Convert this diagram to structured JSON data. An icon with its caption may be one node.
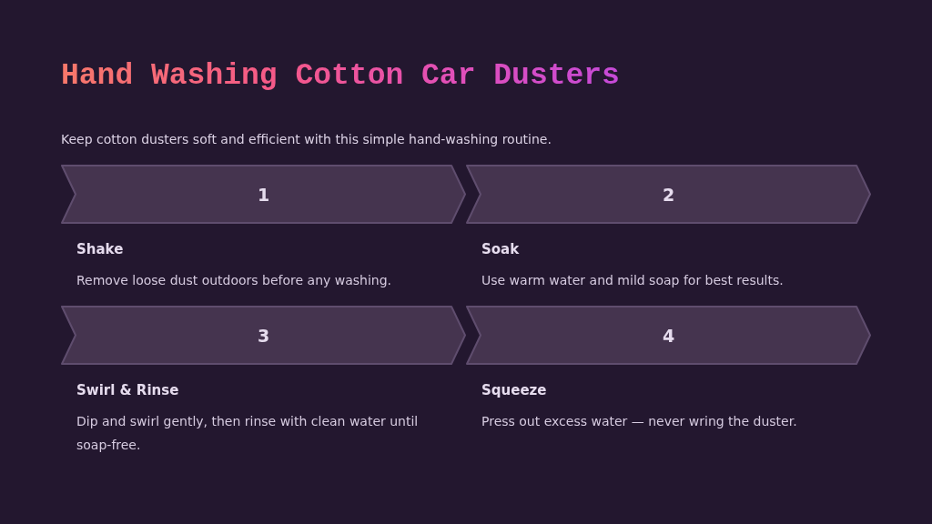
{
  "diagram": {
    "title": "Hand Washing Cotton Car Dusters",
    "nodes": [
      {
        "text": [
          "1"
        ],
        "beside": [
          "Shake",
          "Remove loose dust outdoors before any washing."
        ]
      },
      {
        "text": [
          "2"
        ],
        "beside": [
          "Soak",
          "Use warm water and mild soap for best results."
        ]
      },
      {
        "text": [
          "3"
        ],
        "beside": [
          "Swirl & Rinse",
          "Dip and swirl gently, then rinse with clean water until soap-free."
        ]
      },
      {
        "text": [
          "4"
        ],
        "beside": [
          "Squeeze",
          "Press out excess water — never wring the duster."
        ]
      }
    ],
    "labels": [
      "Keep cotton dusters soft and efficient with this simple hand-washing routine."
    ]
  }
}
